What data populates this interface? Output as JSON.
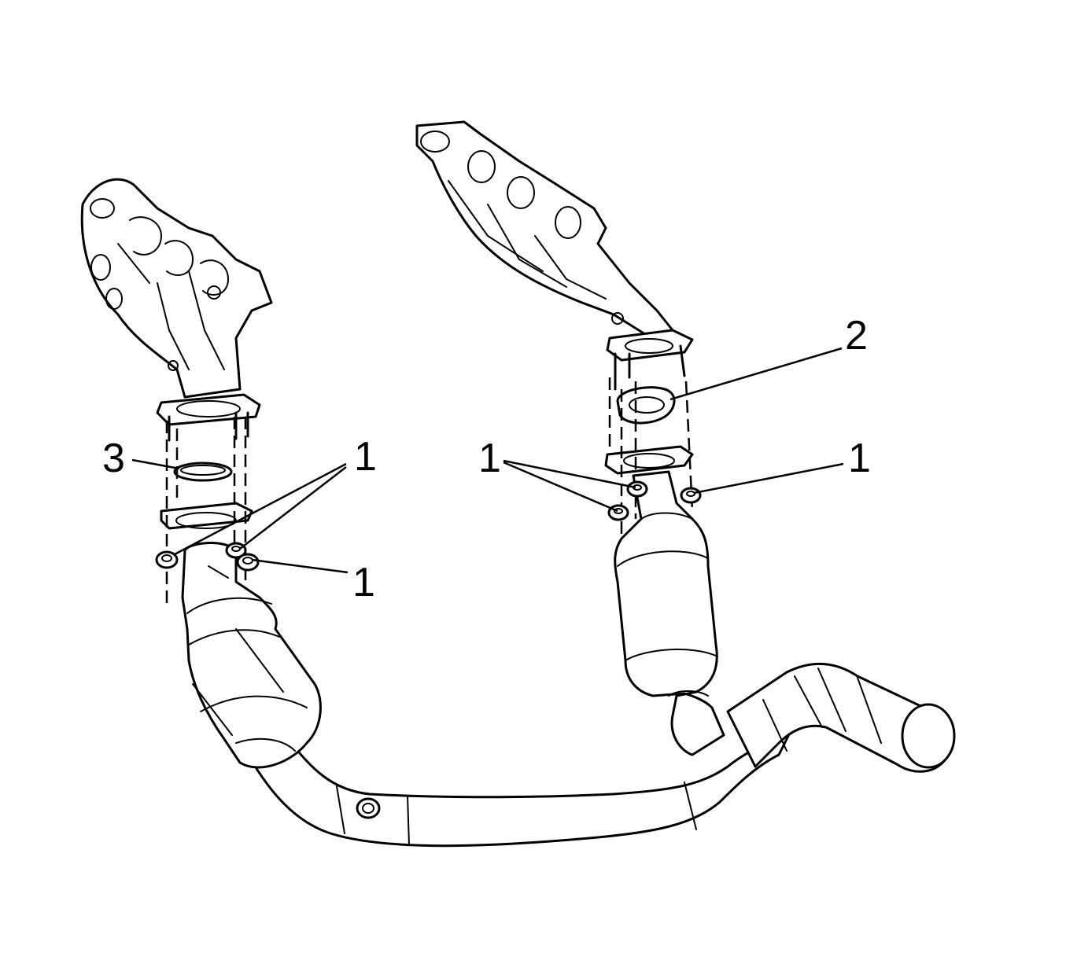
{
  "callouts": {
    "c1_left_lower": "1",
    "c1_left_upper": "1",
    "c1_right_left": "1",
    "c1_right_right": "1",
    "c2": "2",
    "c3": "3"
  }
}
